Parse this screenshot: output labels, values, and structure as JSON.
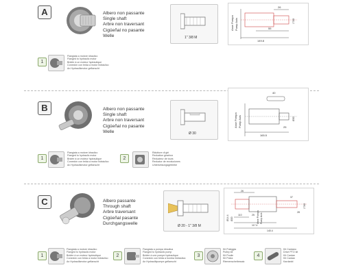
{
  "sections": [
    {
      "letter": "A",
      "descriptions": [
        "Albero non passante",
        "Single shaft",
        "Arbre non traversant",
        "Cigüeñal no pasante",
        "Welle"
      ],
      "spec_label": "1\" 3/8 M",
      "drawing_labels": {
        "axis_it": "Asse Pompa",
        "axis_en": "Pump Axis",
        "d1": "26",
        "d2": "1\"3/8",
        "d3": "55",
        "d4": "149.8"
      },
      "accessories": [
        {
          "num": "1",
          "lines": [
            "Flangiata a motore idraulico",
            "Flanged to hydraulic motor",
            "Bridée à un moteur hydraulique",
            "Conexión con brida a motor hidráulico",
            "An Hydraulikmotor geflanscht"
          ]
        }
      ]
    },
    {
      "letter": "B",
      "descriptions": [
        "Albero non passante",
        "Single shaft",
        "Arbre non traversant",
        "Cigüeñal no pasante",
        "Welle"
      ],
      "spec_label": "Ø 30",
      "drawing_labels": {
        "axis_it": "Asse Pompa",
        "axis_en": "Pump Axis",
        "d1": "40",
        "d2": "Ø30",
        "d3": "25",
        "d4": "165.5"
      },
      "accessories": [
        {
          "num": "1",
          "lines": [
            "Flangiata a motore idraulico",
            "Flanged to hydraulic motor",
            "Bridée à un moteur hydraulique",
            "Conexión con brida a motor hidráulico",
            "An Hydraulikmotor geflanscht"
          ]
        },
        {
          "num": "2",
          "lines": [
            "Riduttore di giri",
            "Reduction gearbox",
            "Réducteur de tours",
            "Reductor de revoluciones",
            "Untersetzungsgetriebe"
          ]
        }
      ]
    },
    {
      "letter": "C",
      "descriptions": [
        "Albero passante",
        "Through shaft",
        "Arbre traversant",
        "Cigüeñal pasante",
        "Durchgangswelle"
      ],
      "spec_label": "Ø 20 - 1\" 3/8 M",
      "drawing_labels": {
        "axis_it": "Asse Pompa",
        "axis_en": "Pump Axis",
        "d1": "26",
        "d2": "37",
        "d3": "28",
        "d4": "110",
        "d5": "25",
        "d6": "117.4",
        "d7": "140.4",
        "d8": "Ø14.4",
        "d9": "1\"3/8",
        "d10": "Ø20"
      },
      "accessories": [
        {
          "num": "1",
          "lines": [
            "Flangiata a motore idraulico",
            "Flanged to hydraulic motor",
            "Bridée à un moteur hydraulique",
            "Conexión con brida a motor hidráulico",
            "An Hydraulikmotor geflanscht"
          ]
        },
        {
          "num": "2",
          "lines": [
            "Flangiata a pompa idraulica",
            "Flanged to hydraulic pump",
            "Bridée à une pompe hydraulique",
            "Conexión con brida a bomba hidráulica",
            "An Hydraulikpumpe geflanscht"
          ]
        },
        {
          "num": "3",
          "lines": [
            "Kit Puleggia",
            "Pulley kit",
            "Kit Poulie",
            "Kit Polea",
            "Riemenscheibesatz"
          ]
        },
        {
          "num": "4",
          "lines": [
            "Kit Cardano",
            "Drive PTO kit",
            "Kit Cardan",
            "Kit Cardan",
            "Kardanbl"
          ]
        }
      ]
    }
  ]
}
